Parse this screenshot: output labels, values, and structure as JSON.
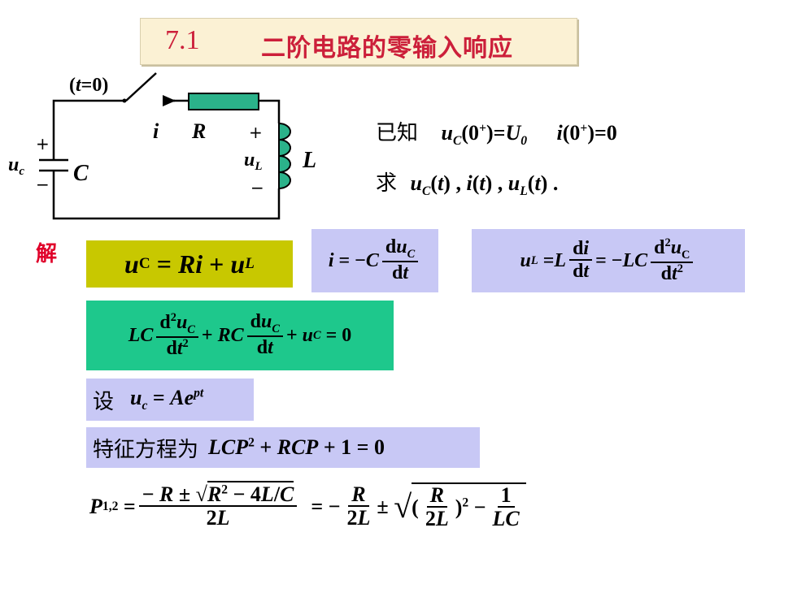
{
  "title": {
    "number": "7.1",
    "text": "二阶电路的零输入响应"
  },
  "circuit": {
    "switch_label": "(t=0)",
    "current_label": "i",
    "resistor_label": "R",
    "capacitor_label": "C",
    "inductor_label": "L",
    "uc_label": "u",
    "uc_sub": "c",
    "ul_label": "u",
    "ul_sub": "L",
    "plus": "+",
    "minus": "−",
    "colors": {
      "resistor": "#2bb28a",
      "inductor": "#2bb28a",
      "wire": "#000000"
    }
  },
  "known": {
    "prefix": "已知",
    "cond1": "uC(0⁺)=U0",
    "cond2": "i(0⁺)=0"
  },
  "find": {
    "prefix": "求",
    "targets": "uC(t) , i(t) ,  uL(t) ."
  },
  "solution_label": "解",
  "eq1": "uC = Ri + uL",
  "eq2": "i = −C duC/dt",
  "eq3": "uL = L di/dt = −LC d²uC/dt²",
  "eq4": "LC d²uC/dt² + RC duC/dt + uC = 0",
  "assume": {
    "prefix": "设",
    "expr": "uc = Ae^pt"
  },
  "char_eq": {
    "prefix": "特征方程为",
    "expr": "LCP² + RCP + 1 = 0"
  },
  "roots": "P1,2 = (−R ± √(R² − 4L/C)) / 2L = −R/2L ± √((R/2L)² − 1/LC)",
  "colors": {
    "title_red": "#cc1f3a",
    "title_bg": "#fbf1d4",
    "yellow_box": "#c8c800",
    "lavender_box": "#c8c8f5",
    "green_box": "#1ec88c",
    "label_red": "#e0002a"
  }
}
